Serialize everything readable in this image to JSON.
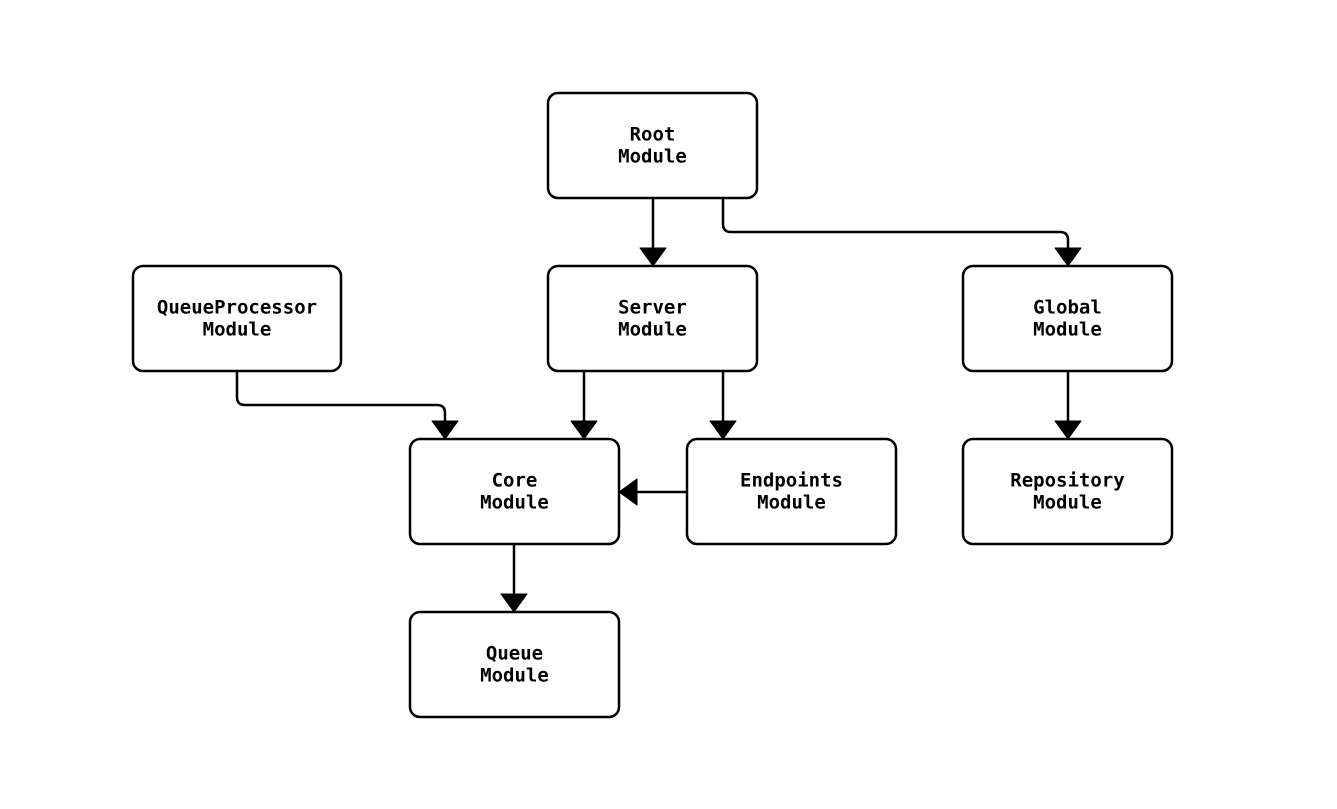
{
  "diagram": {
    "type": "flowchart",
    "direction": "top-down",
    "background_color": "#ffffff",
    "node_fill_color": "#ffffff",
    "node_border_color": "#000000",
    "edge_color": "#000000",
    "text_color": "#000000",
    "nodes": [
      {
        "id": "root",
        "line1": "Root",
        "line2": "Module"
      },
      {
        "id": "queueprocessor",
        "line1": "QueueProcessor",
        "line2": "Module"
      },
      {
        "id": "server",
        "line1": "Server",
        "line2": "Module"
      },
      {
        "id": "global",
        "line1": "Global",
        "line2": "Module"
      },
      {
        "id": "core",
        "line1": "Core",
        "line2": "Module"
      },
      {
        "id": "endpoints",
        "line1": "Endpoints",
        "line2": "Module"
      },
      {
        "id": "repository",
        "line1": "Repository",
        "line2": "Module"
      },
      {
        "id": "queue",
        "line1": "Queue",
        "line2": "Module"
      }
    ],
    "edges": [
      {
        "from": "Root Module",
        "to": "Server Module"
      },
      {
        "from": "Root Module",
        "to": "Global Module"
      },
      {
        "from": "QueueProcessor Module",
        "to": "Core Module"
      },
      {
        "from": "Server Module",
        "to": "Core Module"
      },
      {
        "from": "Server Module",
        "to": "Endpoints Module"
      },
      {
        "from": "Endpoints Module",
        "to": "Core Module"
      },
      {
        "from": "Global Module",
        "to": "Repository Module"
      },
      {
        "from": "Core Module",
        "to": "Queue Module"
      }
    ]
  }
}
